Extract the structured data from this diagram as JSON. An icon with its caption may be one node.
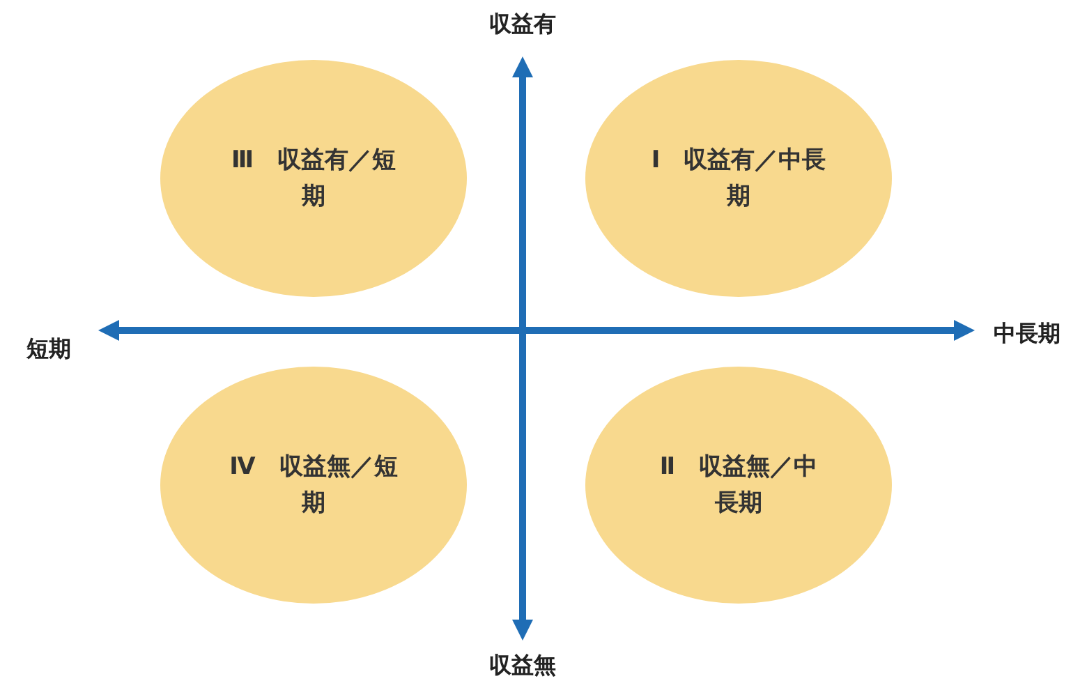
{
  "diagram": {
    "nodes": [
      {
        "text": [
          "Ⅲ　収益有／短期"
        ]
      },
      {
        "text": [
          "Ⅰ　収益有／中長期"
        ]
      },
      {
        "text": [
          "Ⅳ　収益無／短期"
        ]
      },
      {
        "text": [
          "Ⅱ　収益無／中長期"
        ]
      }
    ],
    "labels": [
      "収益有",
      "短期",
      "中長期",
      "収益無"
    ]
  }
}
